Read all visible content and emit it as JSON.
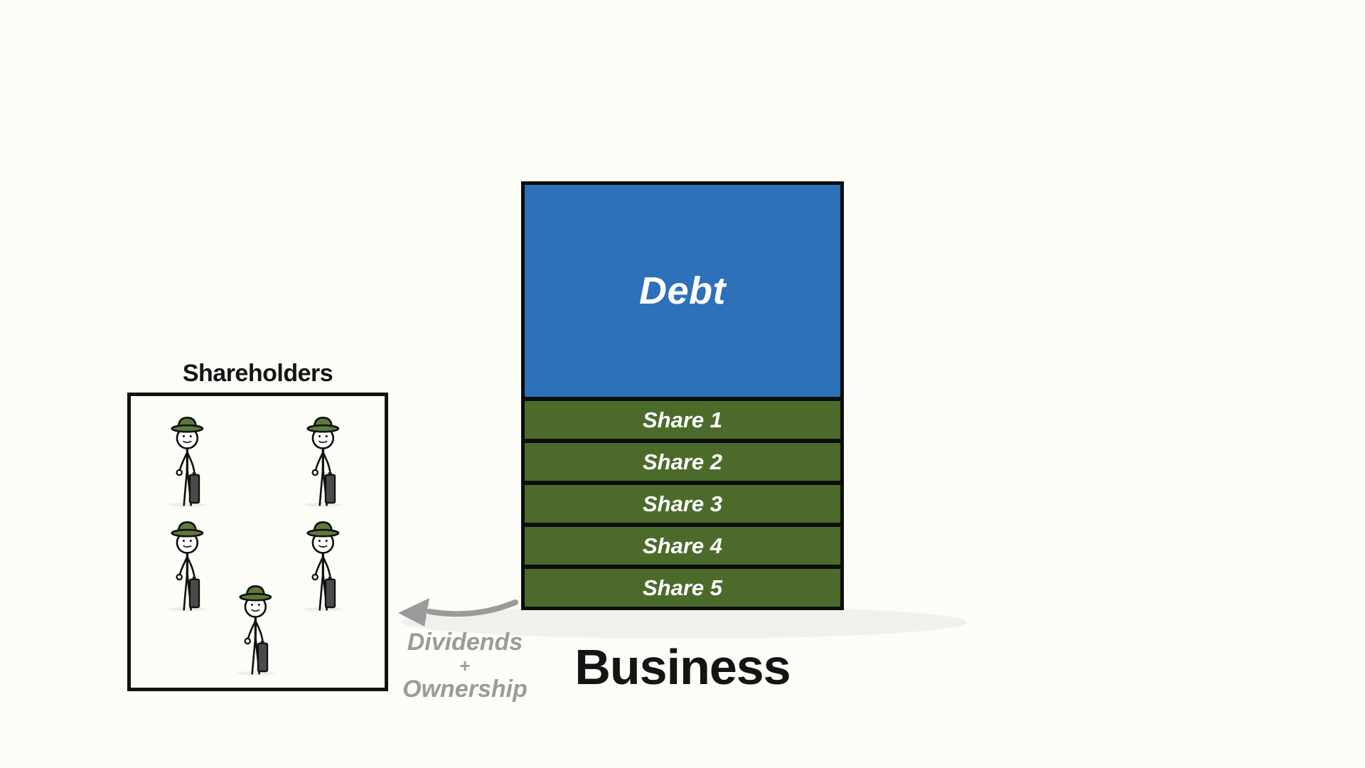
{
  "colors": {
    "background": "#FDFDF8",
    "debt_blue": "#2D71B8",
    "share_green": "#4C6B2B",
    "hat_green": "#5E7A3C",
    "outline": "#0D0D0D",
    "flow_gray": "#9B9B9B",
    "shadow_gray": "#F0F0EC",
    "case_gray": "#4A4A4A",
    "text_black": "#141414"
  },
  "shareholders": {
    "title": "Shareholders",
    "figure_icon": "person-with-hat-and-briefcase-icon",
    "figure_count": 5
  },
  "business": {
    "label": "Business",
    "debt_label": "Debt",
    "shares": [
      "Share 1",
      "Share 2",
      "Share 3",
      "Share 4",
      "Share 5"
    ]
  },
  "flow": {
    "arrow_icon": "curved-left-arrow-icon",
    "lines": [
      "Dividends",
      "+",
      "Ownership"
    ]
  }
}
